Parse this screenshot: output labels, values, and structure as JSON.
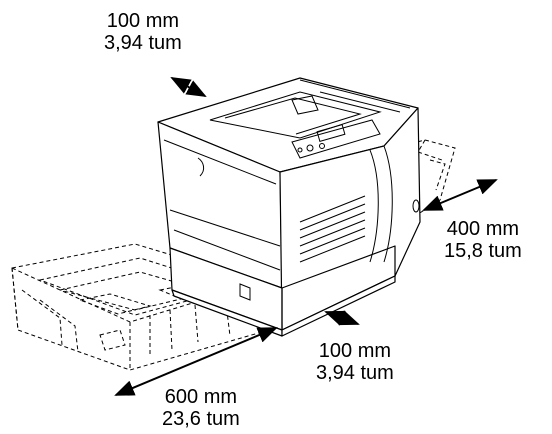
{
  "clearances": {
    "top": {
      "line1": "100 mm",
      "line2": "3,94 tum"
    },
    "right": {
      "line1": "400 mm",
      "line2": "15,8 tum"
    },
    "bottom": {
      "line1": "100 mm",
      "line2": "3,94 tum"
    },
    "front": {
      "line1": "600 mm",
      "line2": "23,6 tum"
    }
  }
}
